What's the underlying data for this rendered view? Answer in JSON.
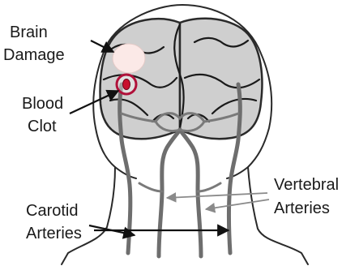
{
  "labels": {
    "brain_damage_line1": "Brain",
    "brain_damage_line2": "Damage",
    "blood_clot_line1": "Blood",
    "blood_clot_line2": "Clot",
    "vertebral_line1": "Vertebral",
    "vertebral_line2": "Arteries",
    "carotid_line1": "Carotid",
    "carotid_line2": "Arteries"
  },
  "colors": {
    "brain_fill": "#cfcfcf",
    "damage_fill": "#fbe9e7",
    "clot_ring": "#b0113a",
    "clot_fill": "#c8102e"
  }
}
